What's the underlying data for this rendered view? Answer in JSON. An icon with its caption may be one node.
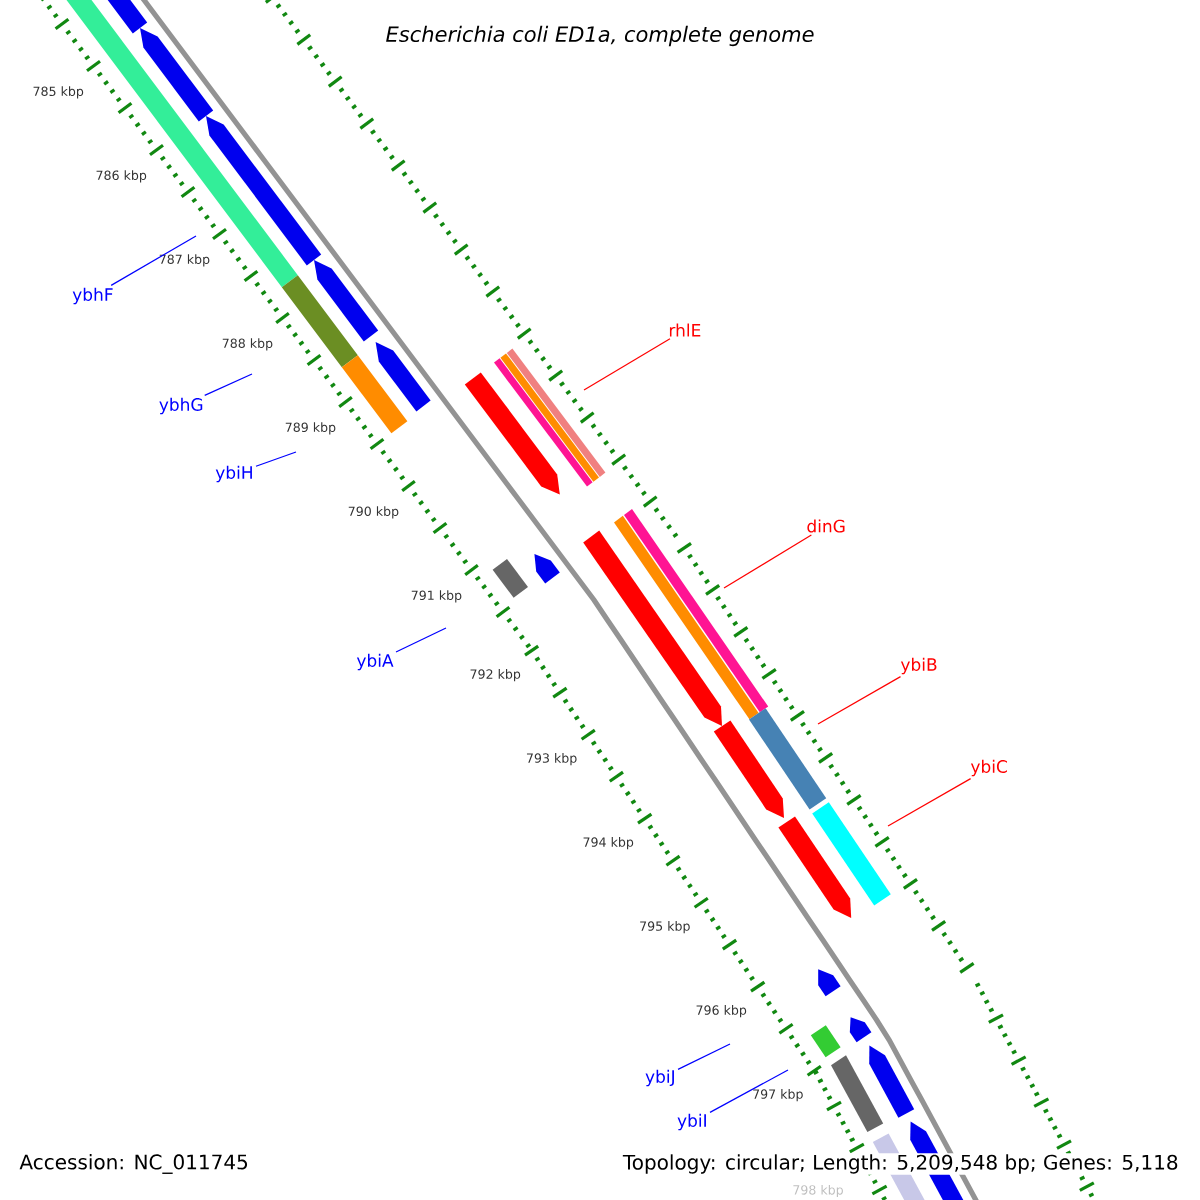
{
  "diagram": {
    "title": "Escherichia coli ED1a, complete genome",
    "nodes": [
      {
        "text": [
          "ybhF"
        ]
      },
      {
        "text": [
          "rhlE"
        ]
      },
      {
        "text": [
          "ybhG"
        ]
      },
      {
        "text": [
          "ybiH"
        ]
      },
      {
        "text": [
          "dinG"
        ]
      },
      {
        "text": [
          "ybiA"
        ]
      },
      {
        "text": [
          "ybiB"
        ]
      },
      {
        "text": [
          "ybiC"
        ]
      },
      {
        "text": [
          "ybiJ"
        ]
      },
      {
        "text": [
          "ybiI"
        ]
      }
    ],
    "edges": [
      {
        "from": 0,
        "to": null,
        "arrow": "none",
        "color": "#0000ff"
      },
      {
        "from": 1,
        "to": null,
        "arrow": "none",
        "color": "#ff0000"
      },
      {
        "from": 2,
        "to": null,
        "arrow": "none",
        "color": "#0000ff"
      },
      {
        "from": 3,
        "to": null,
        "arrow": "none",
        "color": "#0000ff"
      },
      {
        "from": 4,
        "to": null,
        "arrow": "none",
        "color": "#ff0000"
      },
      {
        "from": 5,
        "to": null,
        "arrow": "none",
        "color": "#0000ff"
      },
      {
        "from": 6,
        "to": null,
        "arrow": "none",
        "color": "#ff0000"
      },
      {
        "from": 7,
        "to": null,
        "arrow": "none",
        "color": "#ff0000"
      },
      {
        "from": 8,
        "to": null,
        "arrow": "none",
        "color": "#0000ff"
      },
      {
        "from": 9,
        "to": null,
        "arrow": "none",
        "color": "#0000ff"
      }
    ],
    "labels": [
      "785 kbp",
      "786 kbp",
      "787 kbp",
      "788 kbp",
      "789 kbp",
      "790 kbp",
      "791 kbp",
      "792 kbp",
      "793 kbp",
      "794 kbp",
      "795 kbp",
      "796 kbp",
      "797 kbp",
      "798 kbp",
      "Accession: NC_011745",
      "Topology: circular; Length: 5,209,548 bp; Genes: 5,118"
    ]
  }
}
